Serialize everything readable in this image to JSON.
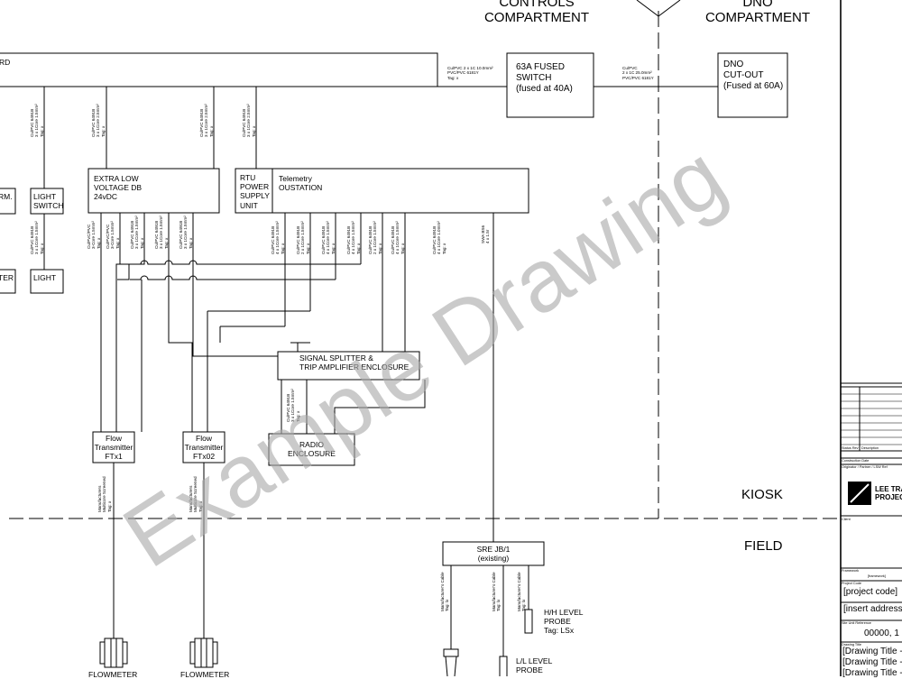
{
  "headers": {
    "controls": [
      "CONTROLS",
      "COMPARTMENT"
    ],
    "dno": [
      "DNO",
      "COMPARTMENT"
    ]
  },
  "zones": {
    "kiosk": "KIOSK",
    "field": "FIELD"
  },
  "boxes": {
    "main_board_partial": "RD",
    "fused_switch": [
      "63A FUSED",
      "SWITCH",
      "(fused at 40A)"
    ],
    "dno_cutout": [
      "DNO",
      "CUT-OUT",
      "(Fused at 60A)"
    ],
    "elv_db": [
      "EXTRA LOW",
      "VOLTAGE DB",
      "24vDC"
    ],
    "rtu_psu": [
      "RTU",
      "POWER",
      "SUPPLY",
      "UNIT"
    ],
    "telemetry": [
      "Telemetry",
      "OUSTATION"
    ],
    "alarm_partial": "RM.",
    "light_switch": [
      "LIGHT",
      "SWITCH"
    ],
    "heater_partial": "TER",
    "light": "LIGHT",
    "splitter": [
      "SIGNAL SPLITTER &",
      "TRIP AMPLIFIER ENCLOSURE"
    ],
    "radio": [
      "RADIO",
      "ENCLOSURE"
    ],
    "ft1": [
      "Flow",
      "Transmitter",
      "FTx1"
    ],
    "ft2": [
      "Flow",
      "Transmitter",
      "FTx02"
    ],
    "jb": [
      "SRE JB/1",
      "(existing)"
    ]
  },
  "cables": {
    "main_to_switch": [
      "Cu/PVC 2 x 1C 10.0mm²",
      "PVC/PVC 6181Y",
      "Tag: x"
    ],
    "switch_to_dno": [
      "Cu/PVC",
      "2 x 1C 25.0mm²",
      "PVC/PVC 6181Y"
    ],
    "vertical_25": [
      "Cu/PVC 6491B",
      "3 x 1Core 2.5mm²",
      "Tag: x"
    ],
    "vertical_15": [
      "Cu/PVC 6491B",
      "3 x 1Core 1.5mm²",
      "Tag: x"
    ],
    "elv_1": [
      "Cu/PVC/PVC",
      "3-Core 1.5mm²",
      "Tag: x"
    ],
    "elv_2": [
      "Cu/PVC/PVC",
      "3-Core 1.5mm²",
      "Tag: x"
    ],
    "elv_3": [
      "Cu/PVC 6491B",
      "3 x 1Core 1.5mm²",
      "Tag: x"
    ],
    "elv_4": [
      "Cu/PVC 6491B",
      "3 x 1Core 1.5mm²",
      "Tag: x"
    ],
    "elv_5": [
      "Cu/PVC 6491B",
      "3 x 1Core 1.5mm²",
      "Tag: x"
    ],
    "tel_1": [
      "Cu/PVC 6491B",
      "4 x 1Core 1.5mm²",
      "Tag: x"
    ],
    "tel_2": [
      "Cu/PVC 6491B",
      "2 x 1Core 1.5mm²",
      "Tag: x"
    ],
    "tel_3": [
      "Cu/PVC 6491B",
      "4 x 1Core 1.5mm²",
      "Tag: x"
    ],
    "tel_4": [
      "Cu/PVC 6491B",
      "4 x 1Core 1.5mm²",
      "Tag: x"
    ],
    "tel_5": [
      "Cu/PVC 6491B",
      "2 x 1Core 1.5mm²",
      "Tag: x"
    ],
    "tel_6": [
      "Cu/PVC 6491B",
      "4 x 1Core 1.5mm²",
      "Tag: x"
    ],
    "tel_7": [
      "Cu/PVC 6491B",
      "4 x 1Core 1.0mm²",
      "Tag: x"
    ],
    "tel_8": [
      "SWA BS6",
      "4 x 1.5r"
    ],
    "radio": [
      "Cu/PVC 6491B",
      "3 x 1Core 1.5mm²",
      "Tag: x"
    ],
    "ft_multicore": [
      "Manufacturers",
      "Multicore Screened",
      "Tag: x"
    ],
    "jb_cable": [
      "Manufacturer's Cable",
      "Tag: lx"
    ]
  },
  "field": {
    "flowmeter": "FLOWMETER",
    "hh_probe": [
      "H/H LEVEL",
      "PROBE",
      "Tag: LSx"
    ],
    "ll_probe": [
      "L/L LEVEL",
      "PROBE"
    ]
  },
  "title_block": {
    "status": "Status Rev",
    "description": "Description",
    "construction_date": "Construction Date",
    "originator": "Originator / Partner / LSW Ref",
    "company": [
      "LEE TRA",
      "PROJEC"
    ],
    "client": "Client",
    "framework_label": "Framework",
    "framework": "[framework]",
    "project_code_label": "Project Code",
    "project_code": "[project code]",
    "address": "[insert address]",
    "ref_label": "Site Unit Reference",
    "ref": "00000, 1",
    "drawing_title_label": "Drawing Title",
    "drawing_titles": [
      "[Drawing Title - I",
      "[Drawing Title - I",
      "[Drawing Title - I"
    ]
  },
  "watermark": "Example Drawing"
}
